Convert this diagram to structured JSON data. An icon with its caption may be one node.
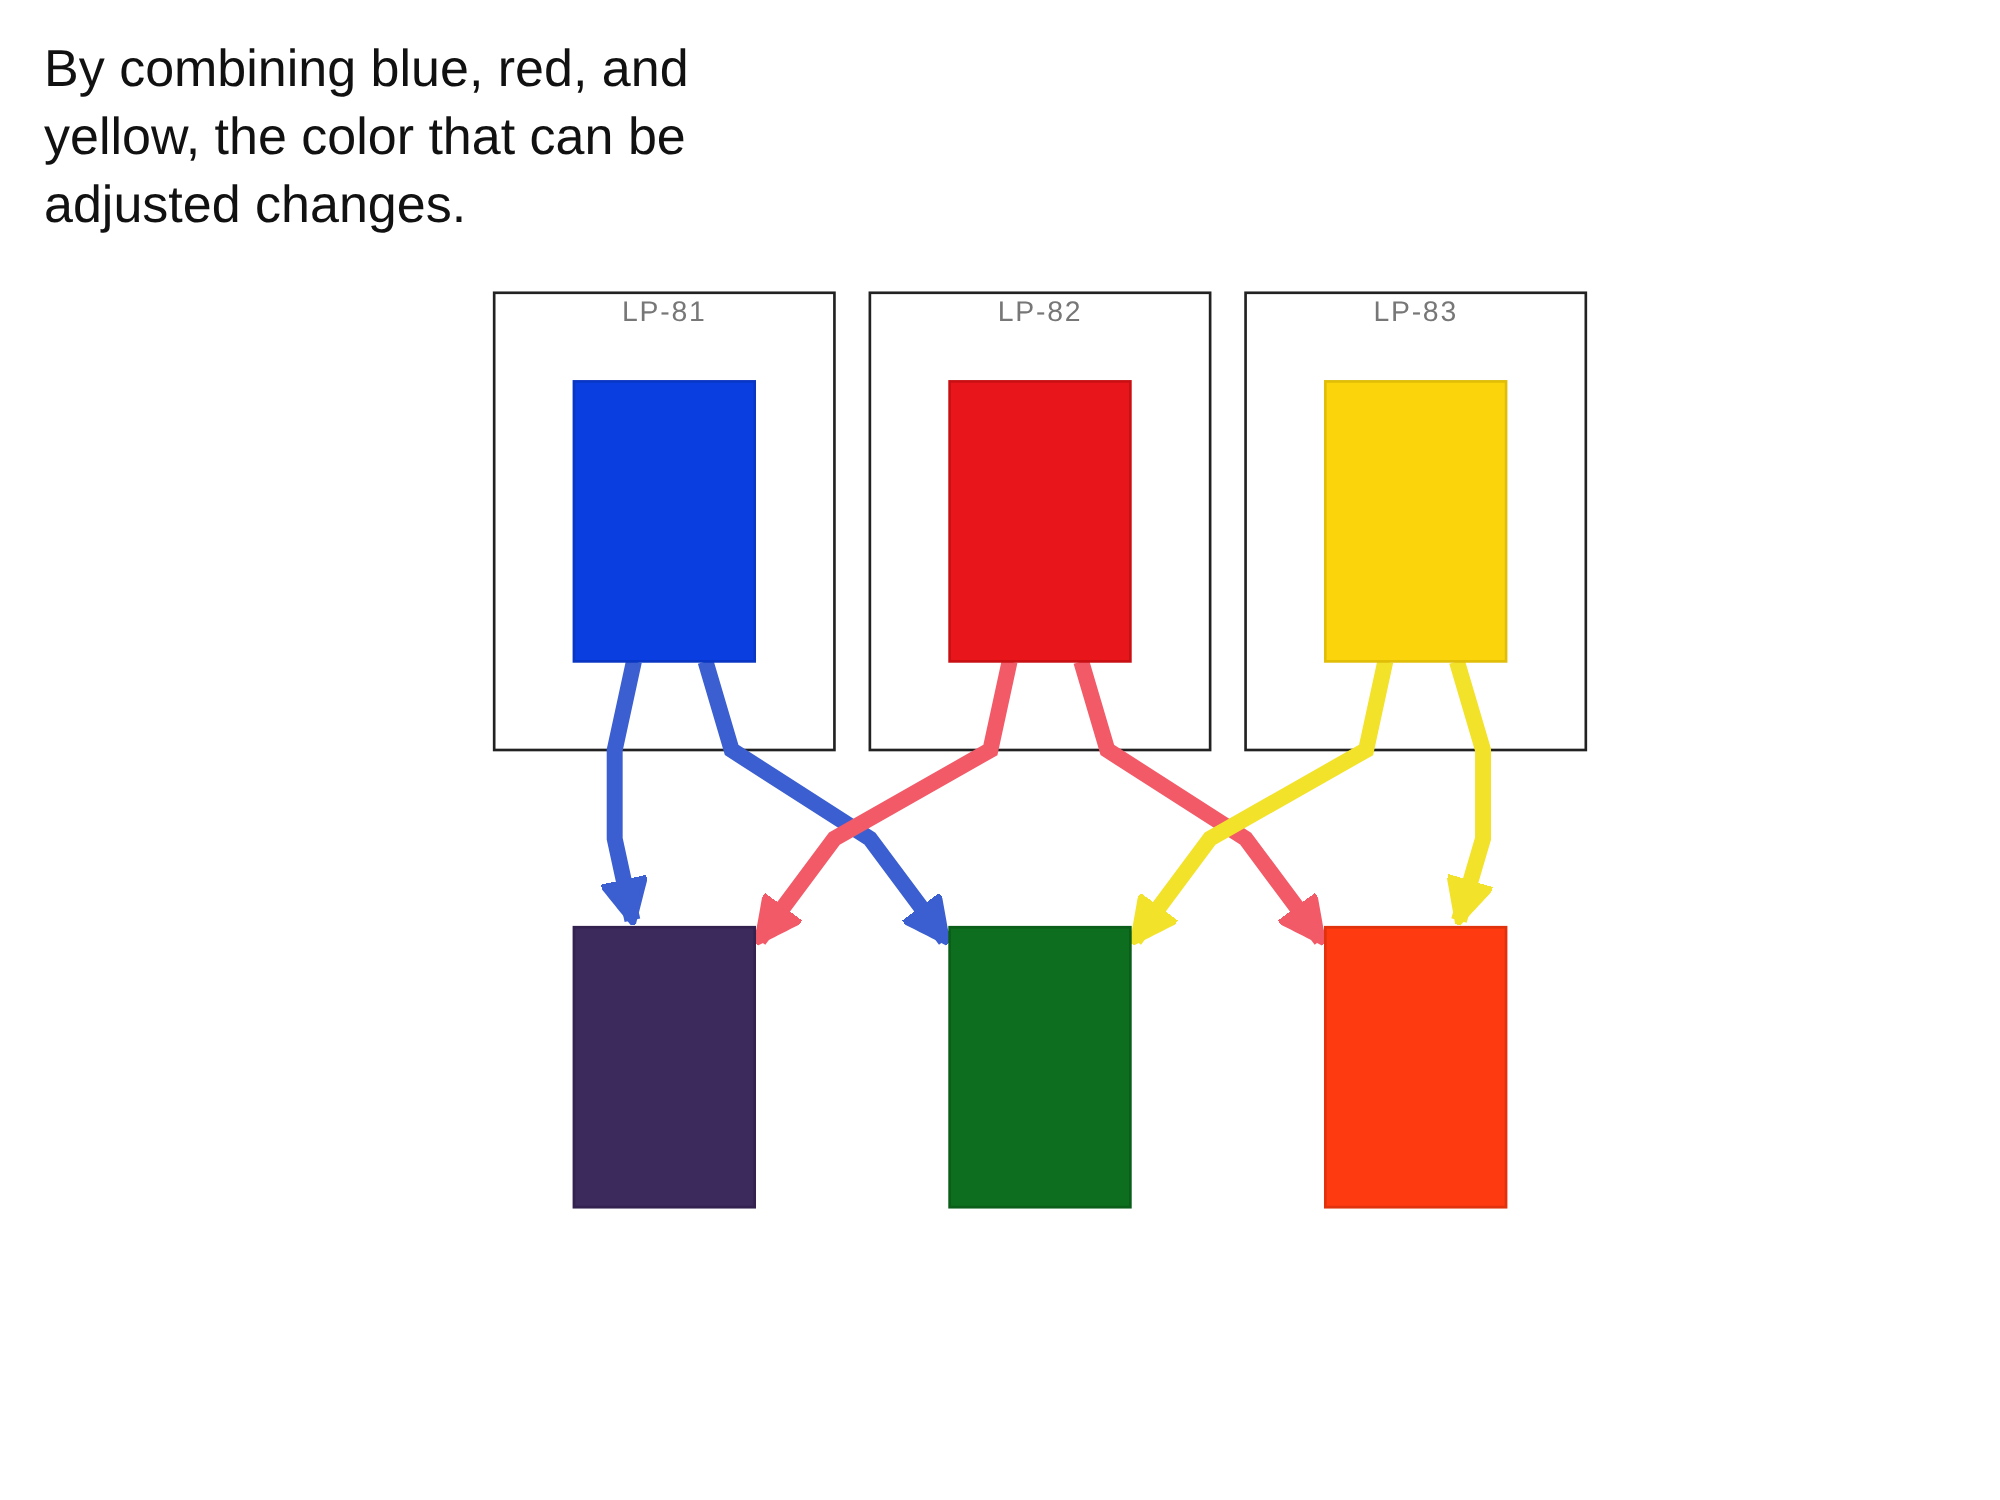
{
  "diagram": {
    "title": "By combining blue, red, and yellow, the color that can be adjusted changes.",
    "nodes": [
      {
        "text": [
          "LP-81"
        ]
      },
      {
        "text": [],
        "shape": "box",
        "in": 0
      },
      {
        "text": [],
        "shape": "box"
      },
      {
        "text": [],
        "shape": "box"
      },
      {
        "text": [
          "LP-82"
        ]
      },
      {
        "text": [],
        "shape": "box",
        "in": 4
      },
      {
        "text": [
          "LP-83"
        ]
      },
      {
        "text": [],
        "shape": "box",
        "in": 6
      },
      {
        "text": [],
        "shape": "box"
      }
    ],
    "edges": [
      {
        "from": 1,
        "to": 2,
        "arrow": "to",
        "color": "#3b5fd0"
      },
      {
        "from": 1,
        "to": 3,
        "arrow": "to",
        "color": "#3b5fd0"
      },
      {
        "from": 5,
        "to": 2,
        "arrow": "to",
        "color": "#f25a68"
      },
      {
        "from": 5,
        "to": 8,
        "arrow": "to",
        "color": "#f25a68"
      },
      {
        "from": 7,
        "to": 3,
        "arrow": "to",
        "color": "#f2e22a"
      },
      {
        "from": 7,
        "to": 8,
        "arrow": "to",
        "color": "#f2e22a"
      }
    ]
  }
}
